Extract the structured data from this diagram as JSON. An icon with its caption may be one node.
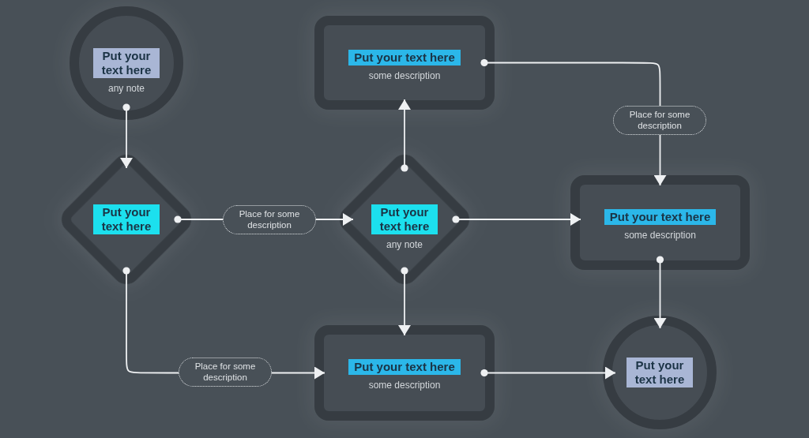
{
  "diagram": {
    "nodes": [
      {
        "text": [
          "Put your text here",
          "any note"
        ]
      },
      {
        "text": [
          "Put your text here"
        ]
      },
      {
        "text": [
          "Put your text here",
          "any note"
        ]
      },
      {
        "text": [
          "Put your text here",
          "some description"
        ]
      },
      {
        "text": [
          "Put your text here",
          "some description"
        ]
      },
      {
        "text": [
          "Put your text here",
          "some description"
        ]
      },
      {
        "text": [
          "Put your text here"
        ]
      }
    ],
    "edges": [
      {
        "from": 0,
        "to": 1,
        "arrow": "to"
      },
      {
        "from": 1,
        "to": 2,
        "arrow": "to",
        "label": "Place for some description"
      },
      {
        "from": 2,
        "to": 3,
        "arrow": "to"
      },
      {
        "from": 2,
        "to": 4,
        "arrow": "to"
      },
      {
        "from": 3,
        "to": 4,
        "arrow": "to",
        "label": "Place for some description"
      },
      {
        "from": 1,
        "to": 5,
        "arrow": "to",
        "label": "Place for some description"
      },
      {
        "from": 2,
        "to": 5,
        "arrow": "to"
      },
      {
        "from": 5,
        "to": 6,
        "arrow": "to"
      },
      {
        "from": 4,
        "to": 6,
        "arrow": "to"
      }
    ]
  }
}
